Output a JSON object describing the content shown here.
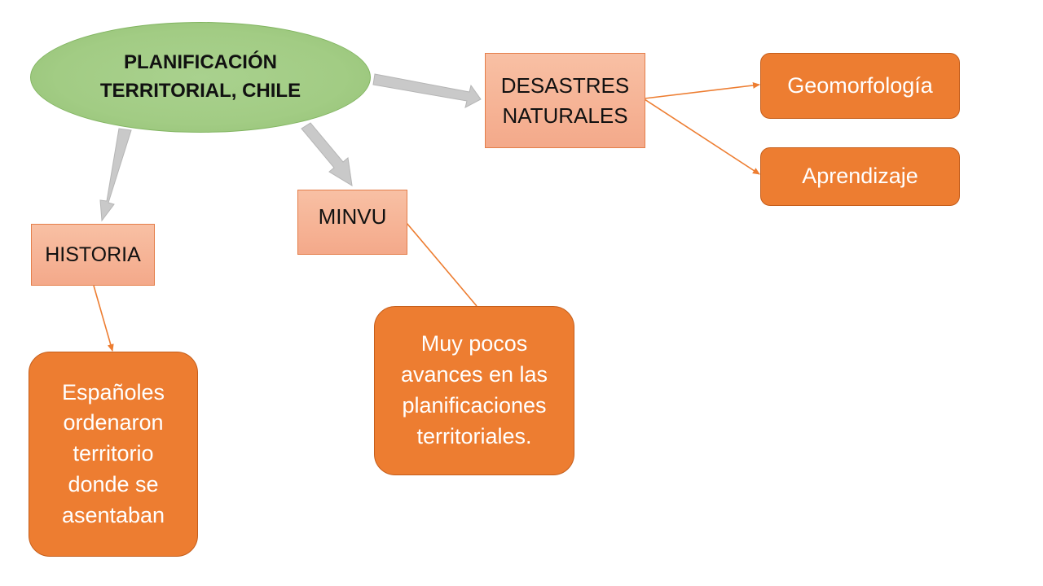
{
  "diagram": {
    "title": "PLANIFICACIÓN\nTERRITORIAL, CHILE",
    "nodes": {
      "desastres": "DESASTRES\nNATURALES",
      "minvu": "MINVU",
      "historia": "HISTORIA",
      "geomorfologia": "Geomorfología",
      "aprendizaje": "Aprendizaje",
      "espanoles": "Españoles\nordenaron\nterritorio\ndonde se\nasentaban",
      "avances": "Muy pocos\navances en las\nplanificaciones\nterritoriales."
    },
    "colors": {
      "root_fill": "#a9d18e",
      "category_fill": "#f4b183",
      "detail_fill": "#ed7d31",
      "block_arrow": "#c9c9c9",
      "connector": "#ed7d31"
    }
  }
}
